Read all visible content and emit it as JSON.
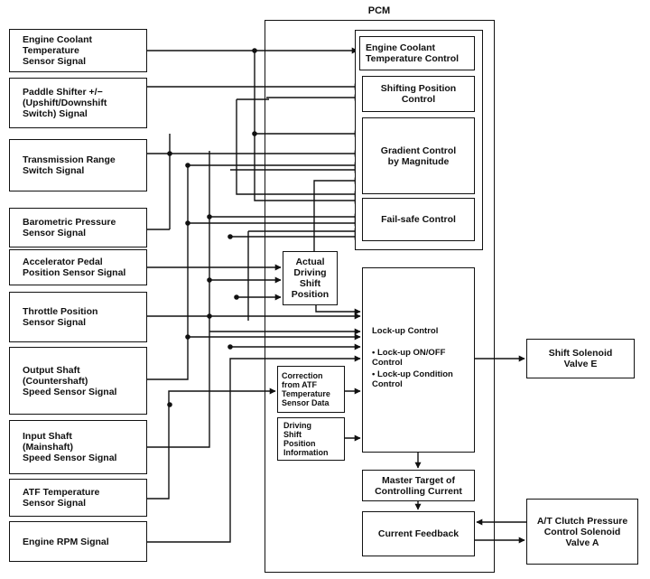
{
  "pcm": {
    "label": "PCM"
  },
  "inputs": [
    {
      "id": "ect",
      "label": "Engine Coolant\nTemperature\nSensor Signal"
    },
    {
      "id": "paddle",
      "label": "Paddle Shifter +/−\n(Upshift/Downshift\nSwitch) Signal"
    },
    {
      "id": "trs",
      "label": "Transmission Range\nSwitch Signal"
    },
    {
      "id": "baro",
      "label": "Barometric Pressure\nSensor Signal"
    },
    {
      "id": "app",
      "label": "Accelerator Pedal\nPosition Sensor Signal"
    },
    {
      "id": "tps",
      "label": "Throttle Position\nSensor Signal"
    },
    {
      "id": "oss",
      "label": "Output Shaft\n(Countershaft)\nSpeed Sensor Signal"
    },
    {
      "id": "iss",
      "label": "Input Shaft\n(Mainshaft)\nSpeed Sensor Signal"
    },
    {
      "id": "atf",
      "label": "ATF Temperature\nSensor Signal"
    },
    {
      "id": "rpm",
      "label": "Engine RPM Signal"
    }
  ],
  "controls": {
    "ect_control": "Engine Coolant\nTemperature Control",
    "shift_position_control": "Shifting Position\nControl",
    "gradient_control": "Gradient Control\nby Magnitude",
    "failsafe_control": "Fail-safe Control",
    "actual_driving": "Actual\nDriving\nShift\nPosition",
    "correction_atf": "Correction\nfrom ATF\nTemperature\nSensor Data",
    "driving_shift_info": "Driving\nShift\nPosition\nInformation",
    "lockup_title": "Lock-up Control",
    "lockup_bullet1": "• Lock-up ON/OFF\n   Control",
    "lockup_bullet2": "• Lock-up Condition\n   Control",
    "master_target": "Master Target of\nControlling Current",
    "current_feedback": "Current Feedback"
  },
  "outputs": {
    "shift_solenoid": "Shift Solenoid\nValve E",
    "clutch_solenoid": "A/T Clutch Pressure\nControl Solenoid\nValve A"
  }
}
